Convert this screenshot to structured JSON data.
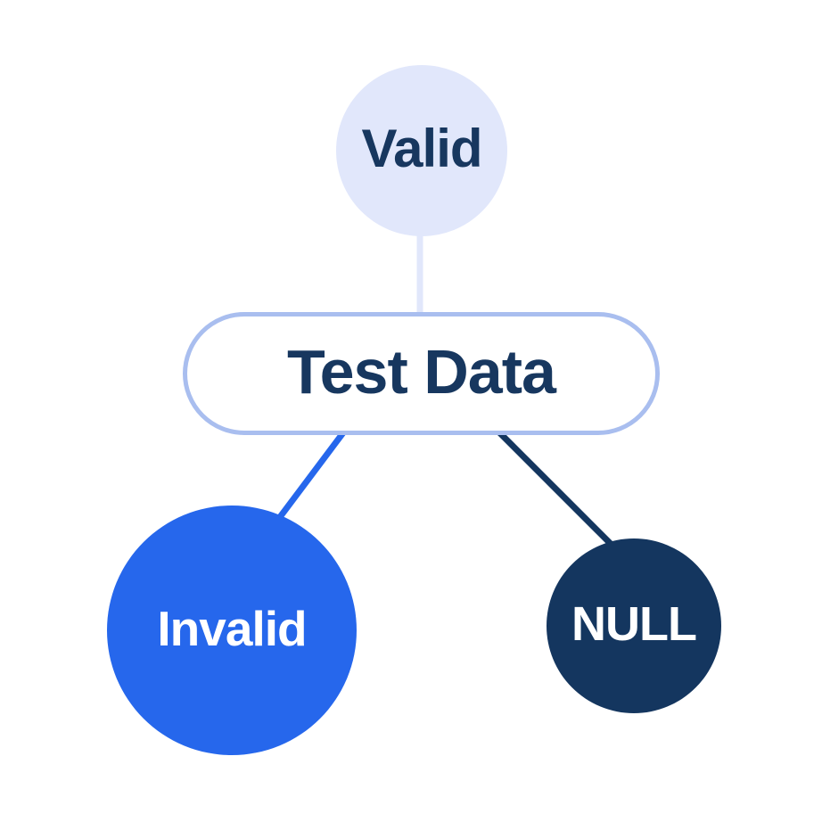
{
  "colors": {
    "background": "#FFFFFF",
    "lavender": "#E1E7FB",
    "periwinkle_border": "#A9BEEF",
    "blue": "#2667EC",
    "navy": "#14365F",
    "text_dark": "#17375F",
    "text_light": "#FFFFFF"
  },
  "diagram": {
    "root": {
      "label": "Test Data",
      "fill": "#FFFFFF",
      "border_color": "#A9BEEF",
      "text_color": "#17375F"
    },
    "valid": {
      "label": "Valid",
      "fill": "#E1E7FB",
      "text_color": "#17375F"
    },
    "invalid": {
      "label": "Invalid",
      "fill": "#2667EC",
      "text_color": "#FFFFFF"
    },
    "null": {
      "label": "NULL",
      "fill": "#14365F",
      "text_color": "#FFFFFF"
    },
    "edges": {
      "valid_to_root": {
        "color": "#E1E7FB"
      },
      "root_to_invalid": {
        "color": "#2667EC"
      },
      "root_to_null": {
        "color": "#14365F"
      }
    }
  }
}
